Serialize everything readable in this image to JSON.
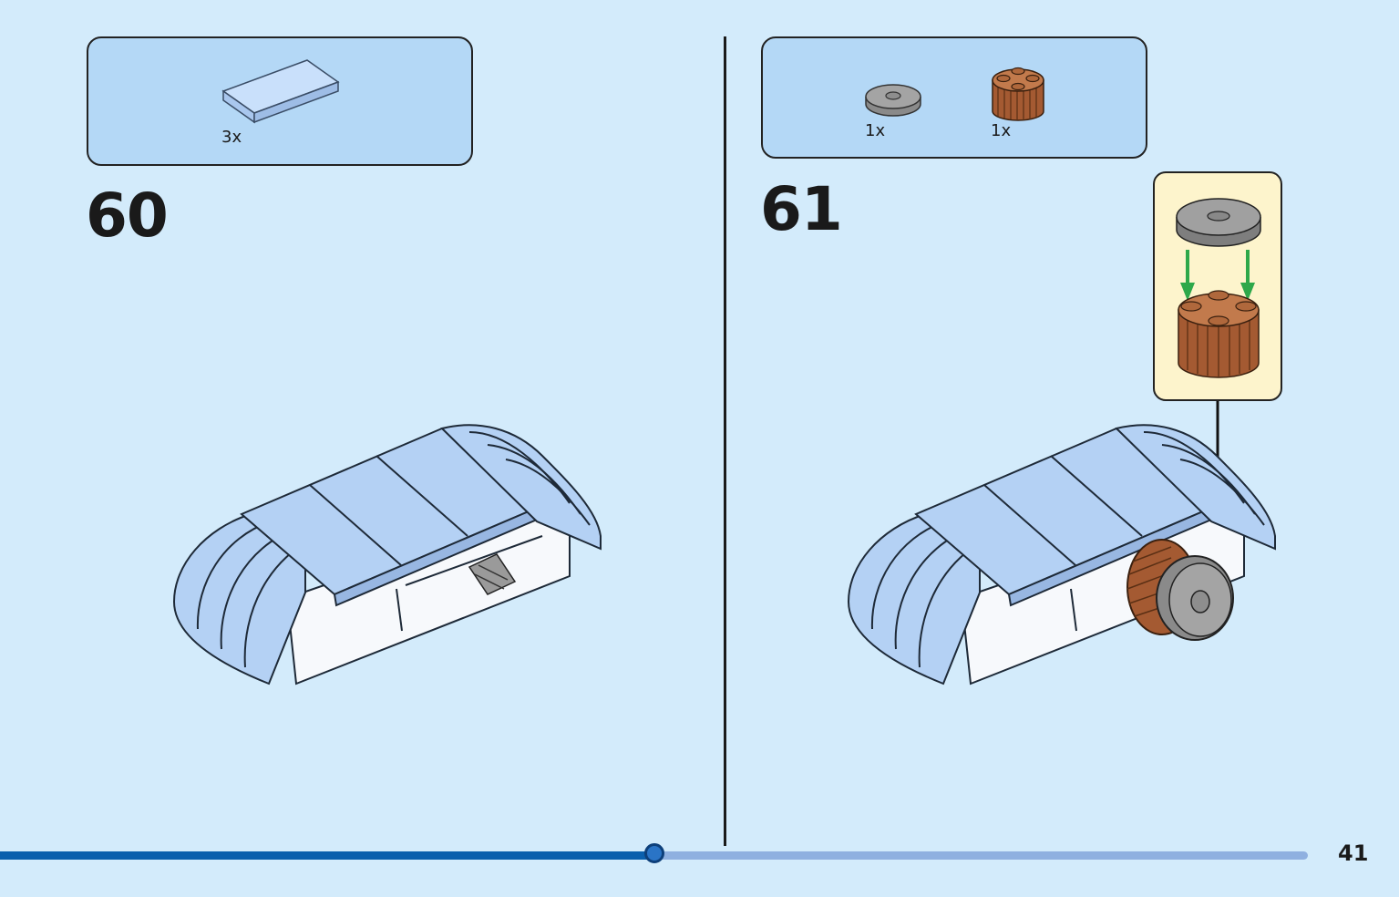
{
  "steps": [
    {
      "number": "60",
      "parts": [
        {
          "qty": "3x",
          "icon": "flat-tile-2x4-light-blue"
        }
      ]
    },
    {
      "number": "61",
      "parts": [
        {
          "qty": "1x",
          "icon": "round-tile-2x2-with-hole-grey"
        },
        {
          "qty": "1x",
          "icon": "round-brick-2x2-grooved-brown"
        }
      ]
    }
  ],
  "page": {
    "number": "41",
    "progress": 0.5
  },
  "colors": {
    "background": "#d3ebfb",
    "parts_box": "#b4d8f6",
    "callout": "#fdf4cc",
    "brick_light_blue": "#b4d1f4",
    "brick_brown": "#a45a32",
    "tile_grey": "#9a9a9a",
    "arrow_green": "#2ea84a",
    "progress_fill": "#0a5fad",
    "progress_track": "#8fb0e0"
  }
}
